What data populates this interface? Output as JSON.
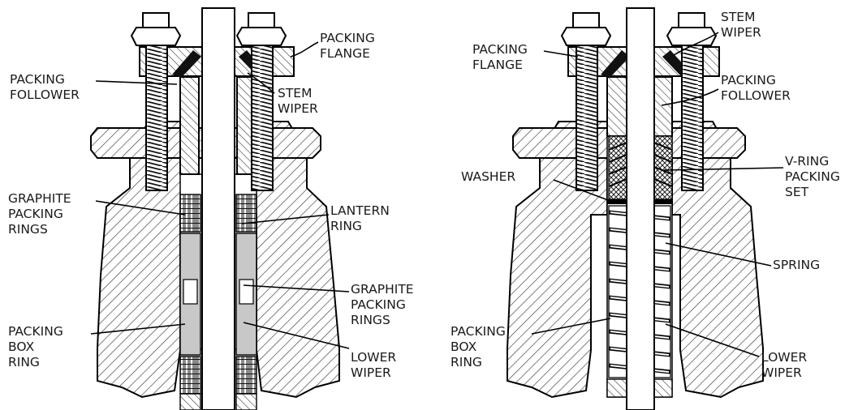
{
  "left_assembly": {
    "labels": {
      "packing_flange": [
        "PACKING",
        "FLANGE"
      ],
      "packing_follower": [
        "PACKING",
        "FOLLOWER"
      ],
      "stem_wiper": [
        "STEM",
        "WIPER"
      ],
      "graphite_packing_rings_upper": [
        "GRAPHITE",
        "PACKING",
        "RINGS"
      ],
      "lantern_ring": [
        "LANTERN",
        "RING"
      ],
      "graphite_packing_rings_lower": [
        "GRAPHITE",
        "PACKING",
        "RINGS"
      ],
      "packing_box_ring": [
        "PACKING",
        "BOX",
        "RING"
      ],
      "lower_wiper": [
        "LOWER",
        "WIPER"
      ]
    }
  },
  "right_assembly": {
    "labels": {
      "packing_flange": [
        "PACKING",
        "FLANGE"
      ],
      "stem_wiper": [
        "STEM",
        "WIPER"
      ],
      "packing_follower": [
        "PACKING",
        "FOLLOWER"
      ],
      "washer": [
        "WASHER"
      ],
      "v_ring_packing_set": [
        "V-RING",
        "PACKING",
        "SET"
      ],
      "spring": [
        "SPRING"
      ],
      "packing_box_ring": [
        "PACKING",
        "BOX",
        "RING"
      ],
      "lower_wiper": [
        "LOWER",
        "WIPER"
      ]
    }
  },
  "colors": {
    "outline": "#000000",
    "hatch": "#3a3a3a",
    "lantern_ring": "#c8c8c8",
    "packing_ring": "#8a8a8a",
    "label_text": "#1a1a1a"
  }
}
